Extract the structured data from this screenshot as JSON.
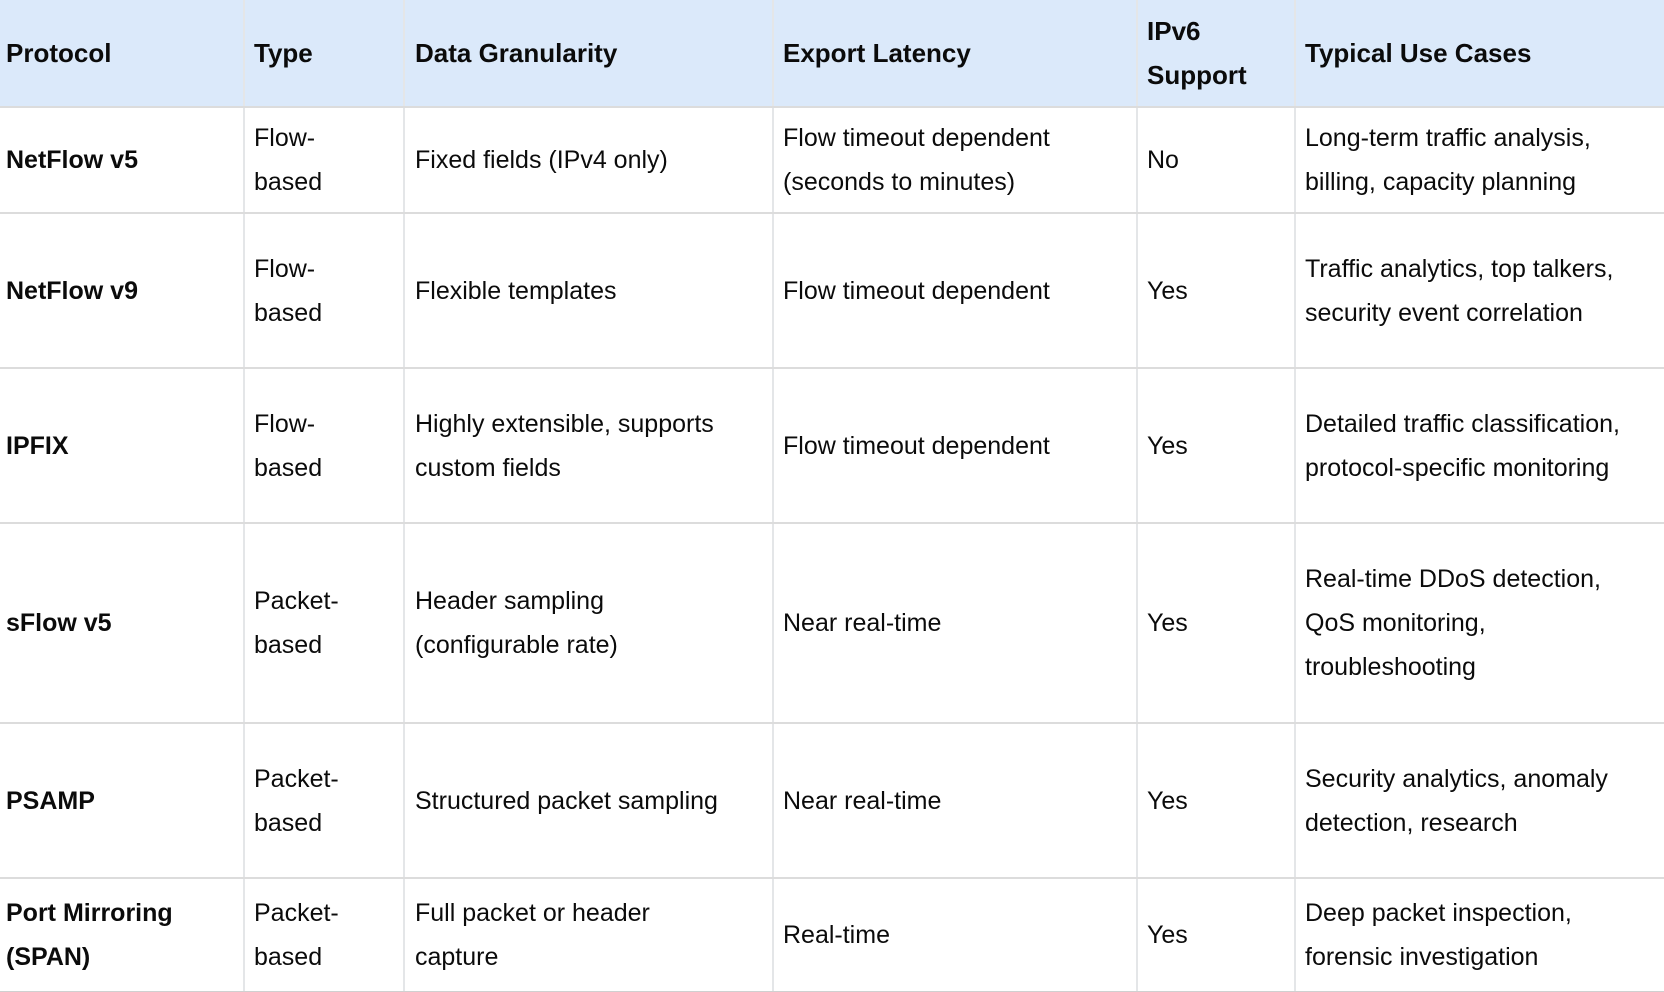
{
  "colors": {
    "header_bg": "#dbe9fa",
    "body_bg": "#ffffff",
    "text": "#0b0b0b",
    "row_divider": "#dcdcdc",
    "column_divider": "#e4e6e8"
  },
  "table": {
    "columns": [
      {
        "label": "Protocol"
      },
      {
        "label": "Type"
      },
      {
        "label": "Data Granularity"
      },
      {
        "label": "Export Latency"
      },
      {
        "label": "IPv6 Support"
      },
      {
        "label": "Typical Use Cases"
      }
    ],
    "rows": [
      {
        "protocol": "NetFlow v5",
        "type": "Flow-based",
        "granularity": "Fixed fields (IPv4 only)",
        "latency": "Flow timeout dependent (seconds to minutes)",
        "ipv6": "No",
        "use_cases": "Long-term traffic analysis, billing, capacity planning"
      },
      {
        "protocol": "NetFlow v9",
        "type": "Flow-based",
        "granularity": "Flexible templates",
        "latency": "Flow timeout dependent",
        "ipv6": "Yes",
        "use_cases": "Traffic analytics, top talkers, security event correlation"
      },
      {
        "protocol": "IPFIX",
        "type": "Flow-based",
        "granularity": "Highly extensible, supports custom fields",
        "latency": "Flow timeout dependent",
        "ipv6": "Yes",
        "use_cases": "Detailed traffic classification, protocol-specific monitoring"
      },
      {
        "protocol": "sFlow v5",
        "type": "Packet-based",
        "granularity": "Header sampling (configurable rate)",
        "latency": "Near real-time",
        "ipv6": "Yes",
        "use_cases": "Real-time DDoS detection, QoS monitoring, troubleshooting"
      },
      {
        "protocol": "PSAMP",
        "type": "Packet-based",
        "granularity": "Structured packet sampling",
        "latency": "Near real-time",
        "ipv6": "Yes",
        "use_cases": "Security analytics, anomaly detection, research"
      },
      {
        "protocol": "Port Mirroring (SPAN)",
        "type": "Packet-based",
        "granularity": "Full packet or header capture",
        "latency": "Real-time",
        "ipv6": "Yes",
        "use_cases": "Deep packet inspection, forensic investigation"
      }
    ]
  }
}
